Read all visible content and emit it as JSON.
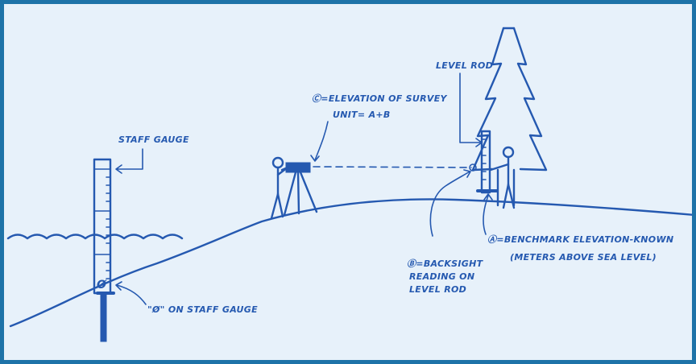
{
  "colors": {
    "ink": "#2559b0",
    "paper": "#e7f1fa",
    "border": "#1e73a8"
  },
  "labels": {
    "staff_gauge": "STAFF GAUGE",
    "zero_mark": "Ø",
    "zero_on_staff": "\"Ø\" ON STAFF GAUGE",
    "elevation_line1": "Ⓒ=ELEVATION OF SURVEY",
    "elevation_line2": "UNIT= A+B",
    "level_rod": "LEVEL ROD",
    "benchmark_line1": "Ⓐ=BENCHMARK ELEVATION-KNOWN",
    "benchmark_line2": "(METERS ABOVE SEA LEVEL)",
    "backsight_line1": "Ⓑ=BACKSIGHT",
    "backsight_line2": "READING ON",
    "backsight_line3": "LEVEL ROD"
  }
}
